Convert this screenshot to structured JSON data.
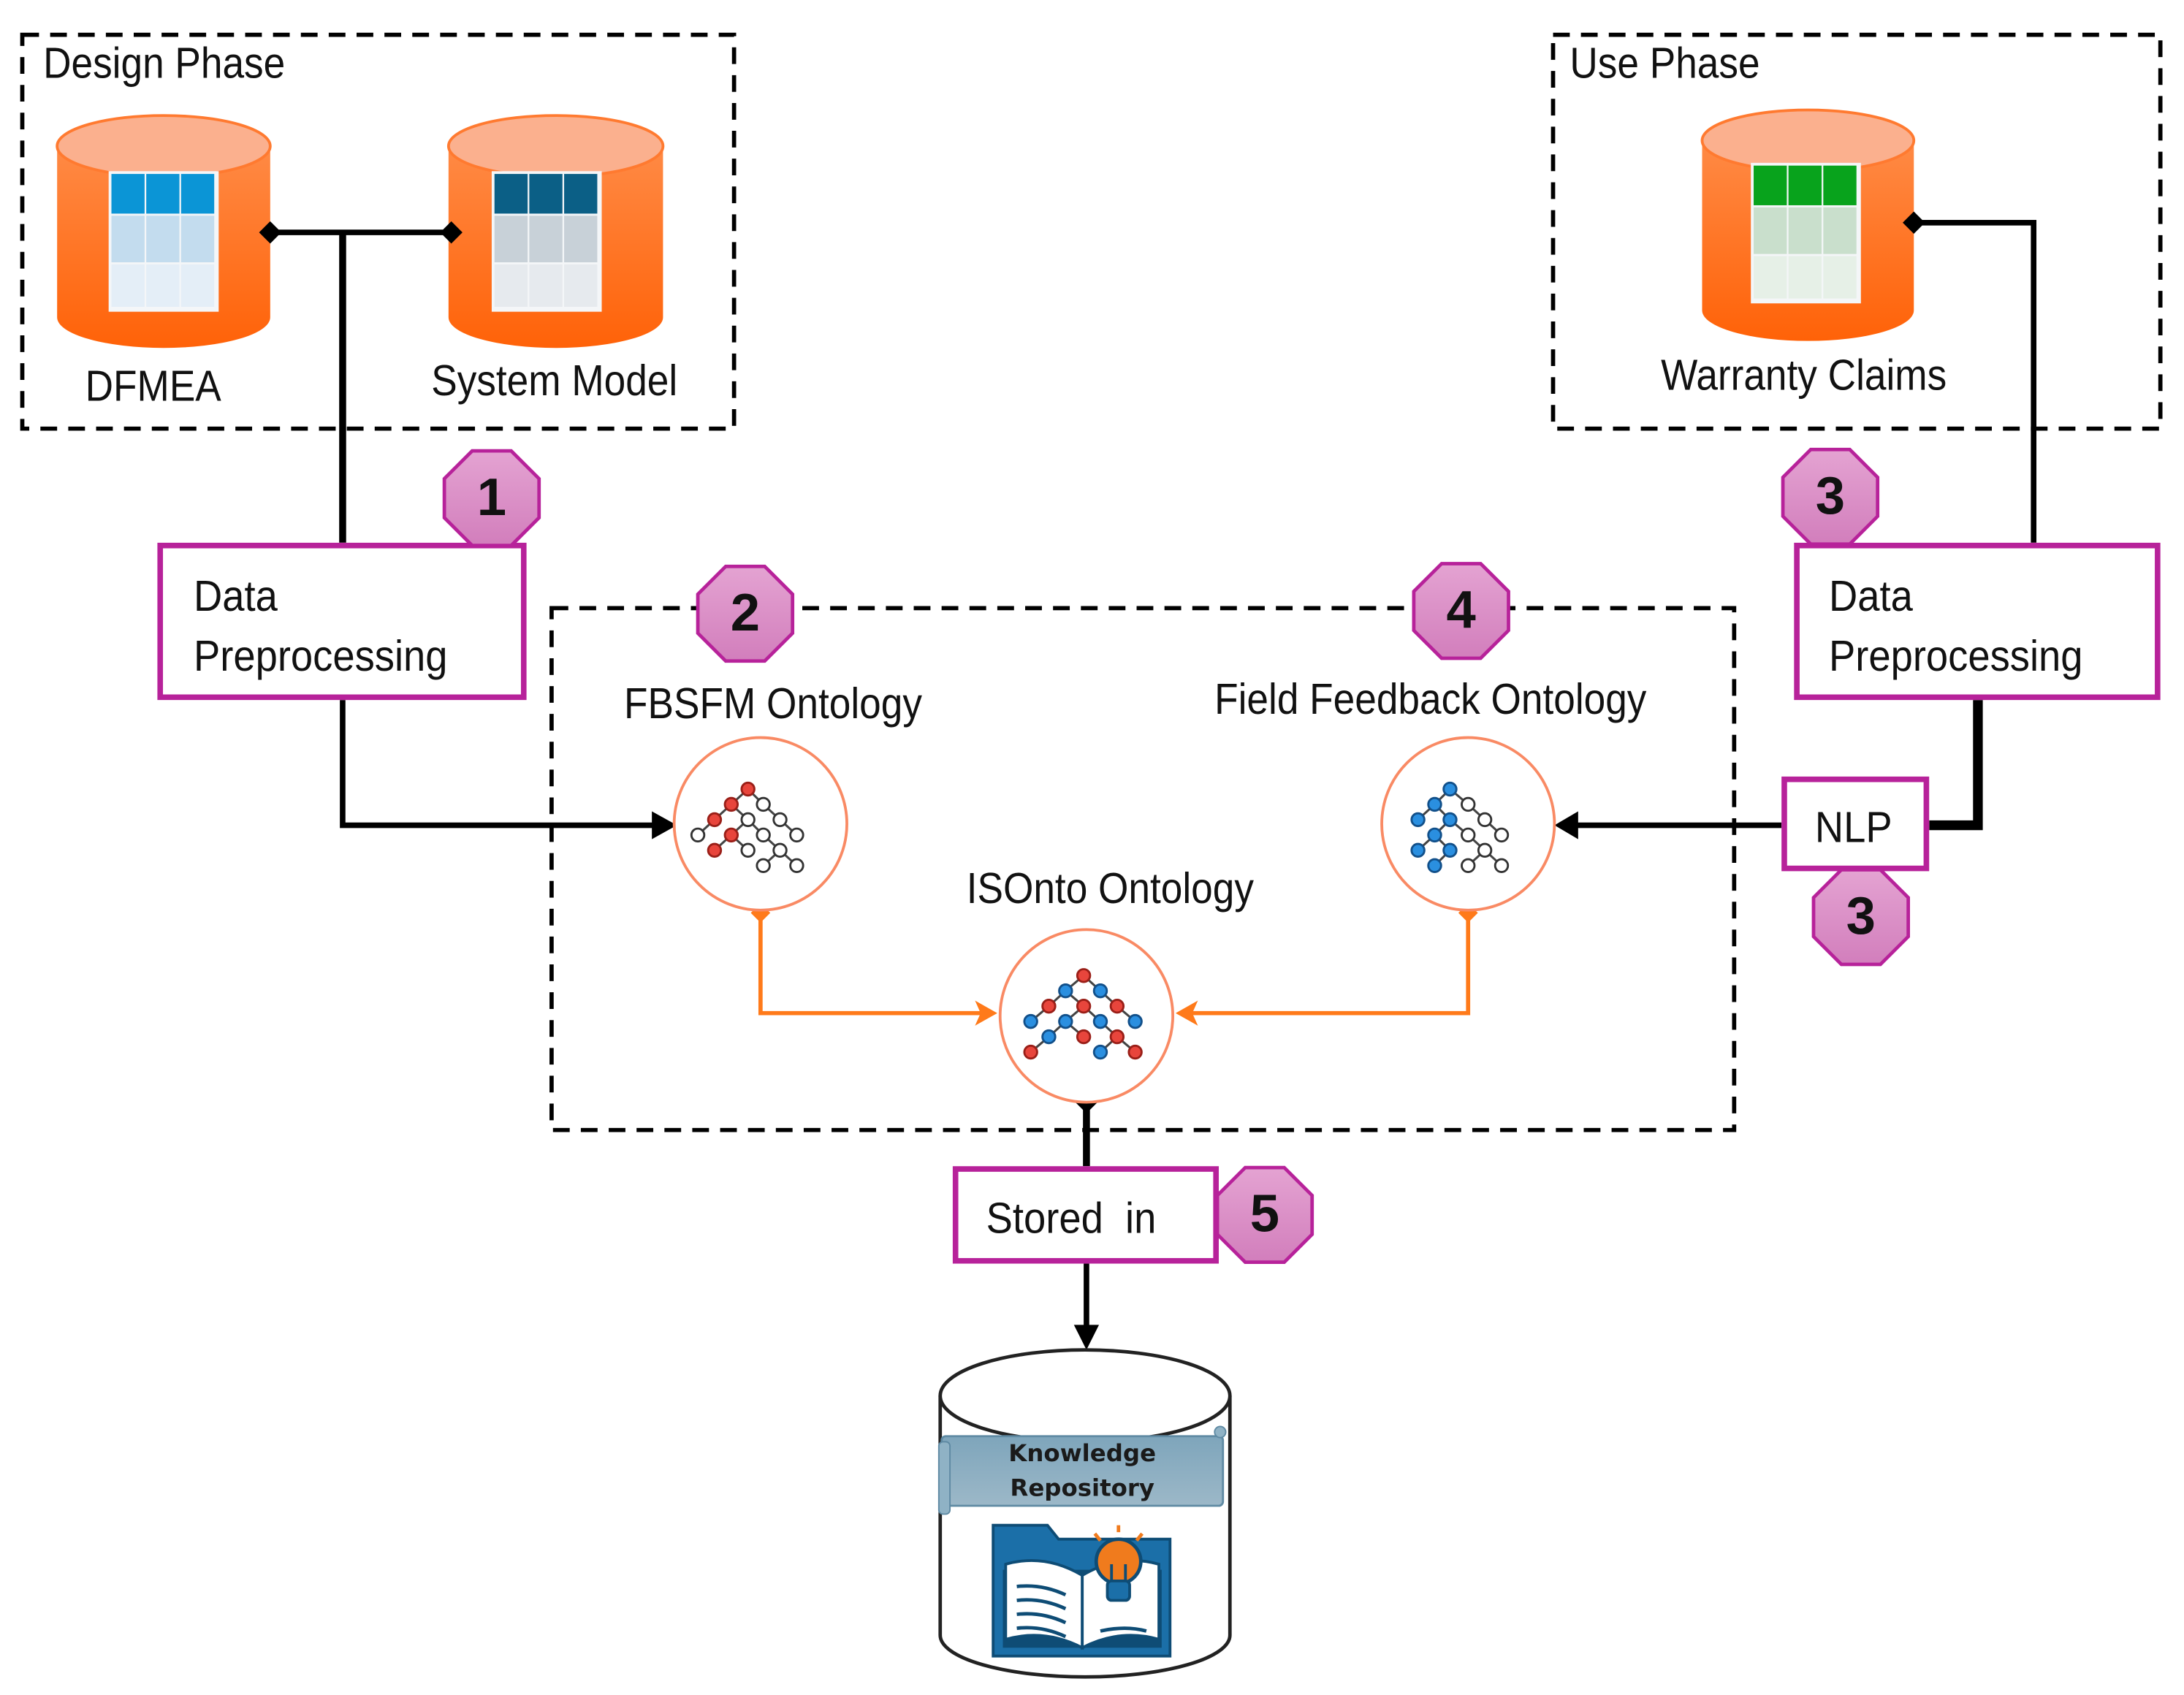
{
  "diagram": {
    "groups": {
      "design_phase": {
        "title": "Design Phase"
      },
      "use_phase": {
        "title": "Use Phase"
      }
    },
    "databases": {
      "dfmea": {
        "label": "DFMEA",
        "header_color": "#0b95d6",
        "body_colors": [
          "#c3dcee",
          "#e4eef7"
        ]
      },
      "system_model": {
        "label": "System Model",
        "header_color": "#0b5f86",
        "body_colors": [
          "#c8d1d8",
          "#e6eaee"
        ]
      },
      "warranty_claims": {
        "label": "Warranty Claims",
        "header_color": "#08a31c",
        "body_colors": [
          "#c9dfcc",
          "#e6f0e7"
        ]
      }
    },
    "process_boxes": {
      "data_preprocessing_left": {
        "line1": "Data",
        "line2": "Preprocessing"
      },
      "data_preprocessing_right": {
        "line1": "Data",
        "line2": "Preprocessing"
      },
      "nlp": {
        "label": "NLP"
      },
      "stored_in": {
        "label": "Stored  in"
      }
    },
    "ontologies": {
      "fbsfm": {
        "label": "FBSFM Ontology",
        "highlight_color": "#e8453c"
      },
      "field_feedback": {
        "label": "Field Feedback Ontology",
        "highlight_color": "#2a8fe0"
      },
      "isonto": {
        "label": "ISOnto Ontology",
        "colors": [
          "#e8453c",
          "#2a8fe0"
        ]
      }
    },
    "step_badges": {
      "step1": "1",
      "step2": "2",
      "step3_top": "3",
      "step3_bottom": "3",
      "step4": "4",
      "step5": "5"
    },
    "repository": {
      "line1": "Knowledge",
      "line2": "Repository"
    },
    "colors": {
      "cylinder_orange": "#ff6a10",
      "cylinder_top": "#fbb08e",
      "box_border": "#b7229a",
      "badge_fill": "#d98cc4",
      "ontology_ring": "#f98a64",
      "orange_flow": "#ff7a1a",
      "connector": "#000000"
    }
  }
}
